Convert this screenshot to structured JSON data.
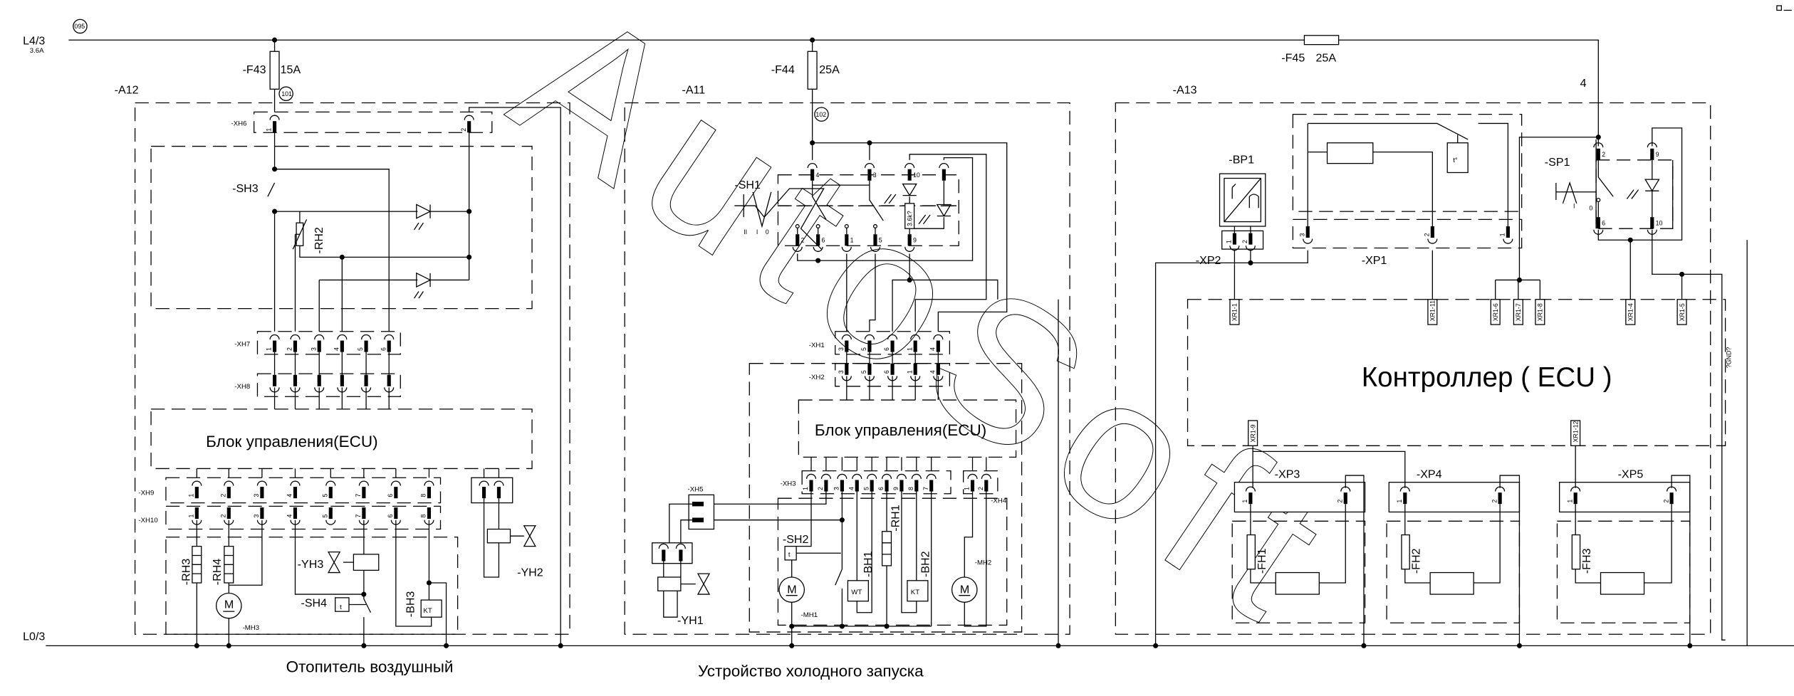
{
  "rails": {
    "top": {
      "label": "L4/3",
      "current": "3.6A",
      "marker": "095"
    },
    "bottom": {
      "label": "L0/3"
    }
  },
  "fuses": [
    {
      "id": "-F43",
      "rating": "15A",
      "marker": "101"
    },
    {
      "id": "-F44",
      "rating": "25A",
      "marker": "102"
    },
    {
      "id": "-F45",
      "rating": "25A"
    }
  ],
  "wire_number": "4",
  "heater": {
    "id": "-A12",
    "caption": "Отопитель воздушный",
    "ecu": "Блок управления(ECU)",
    "connectors": {
      "xh6": "-XH6",
      "xh7": "-XH7",
      "xh8": "-XH8",
      "xh9": "-XH9",
      "xh10": "-XH10"
    },
    "xh6_pins": [
      "1",
      "2"
    ],
    "xh7_pins": [
      "1",
      "2",
      "3",
      "4",
      "5",
      "6"
    ],
    "xh9_pins": [
      "1",
      "2",
      "3",
      "4",
      "5",
      "7",
      "6",
      "8"
    ],
    "components": {
      "sh3": "-SH3",
      "rh2": "-RH2",
      "rh3": "-RH3",
      "rh4": "-RH4",
      "mh3": "-MH3",
      "yh3": "-YH3",
      "sh4": "-SH4",
      "bh3": "-BH3",
      "yh2": "-YH2"
    },
    "symbols": {
      "motor": "M",
      "thermo": "t",
      "sensor": "KT"
    }
  },
  "cold_start": {
    "id": "-A11",
    "caption": "Устройство холодного запуска",
    "ecu": "Блок управления(ECU)",
    "sh1": "-SH1",
    "sh1_positions": [
      "II",
      "I",
      "0"
    ],
    "sh1_top_pins": [
      "4",
      "3",
      "10",
      ""
    ],
    "sh1_bottom_pins": [
      "2",
      "6",
      "1",
      "5",
      "9"
    ],
    "resistor_value": "3.6k?",
    "connectors": {
      "xh1": "-XH1",
      "xh2": "-XH2",
      "xh3": "-XH3",
      "xh4": "-XH4",
      "xh5": "-XH5"
    },
    "xh1_pins": [
      "3",
      "5",
      "6",
      "1",
      "4"
    ],
    "xh3_pins": [
      "1",
      "2",
      "3",
      "4",
      "5",
      "6",
      "9",
      "8",
      "7"
    ],
    "xh4_pins": [
      "1",
      "2"
    ],
    "components": {
      "sh2": "-SH2",
      "bh1": "-BH1",
      "rh1": "-RH1",
      "bh2": "-BH2",
      "mh1": "-MH1",
      "mh2": "-MH2",
      "yh1": "-YH1"
    },
    "symbols": {
      "motor": "M",
      "thermo": "t",
      "sensor1": "WT",
      "sensor2": "KT"
    }
  },
  "preheater": {
    "id": "-A13",
    "controller": "Контроллер ( ECU )",
    "bp1": "-BP1",
    "xp1": "-XP1",
    "xp1_pins": [
      "3",
      "2",
      "1"
    ],
    "xp2": "-XP2",
    "xp2_pins": [
      "1",
      "2"
    ],
    "thermo": "t°",
    "sp1": "-SP1",
    "sp1_positions": [
      "I",
      "0"
    ],
    "sp1_top_pins": [
      "2",
      "9"
    ],
    "sp1_bottom_pins": [
      "6",
      "10"
    ],
    "xr1_top": [
      "XR1-1",
      "XR1-11",
      "XR1-6",
      "XR1-7",
      "XR1-8",
      "XR1-4",
      "XR1-5"
    ],
    "gnd": "?GND?",
    "xr1_bottom": [
      "XR1-9",
      "XR1-12"
    ],
    "plugs": [
      {
        "id": "-XP3",
        "heater": "-FH1",
        "pins": [
          "1",
          "2"
        ]
      },
      {
        "id": "-XP4",
        "heater": "-FH2",
        "pins": [
          "1",
          "2"
        ]
      },
      {
        "id": "-XP5",
        "heater": "-FH3",
        "pins": [
          "1",
          "2"
        ]
      }
    ]
  },
  "watermark": "AutoSoft"
}
